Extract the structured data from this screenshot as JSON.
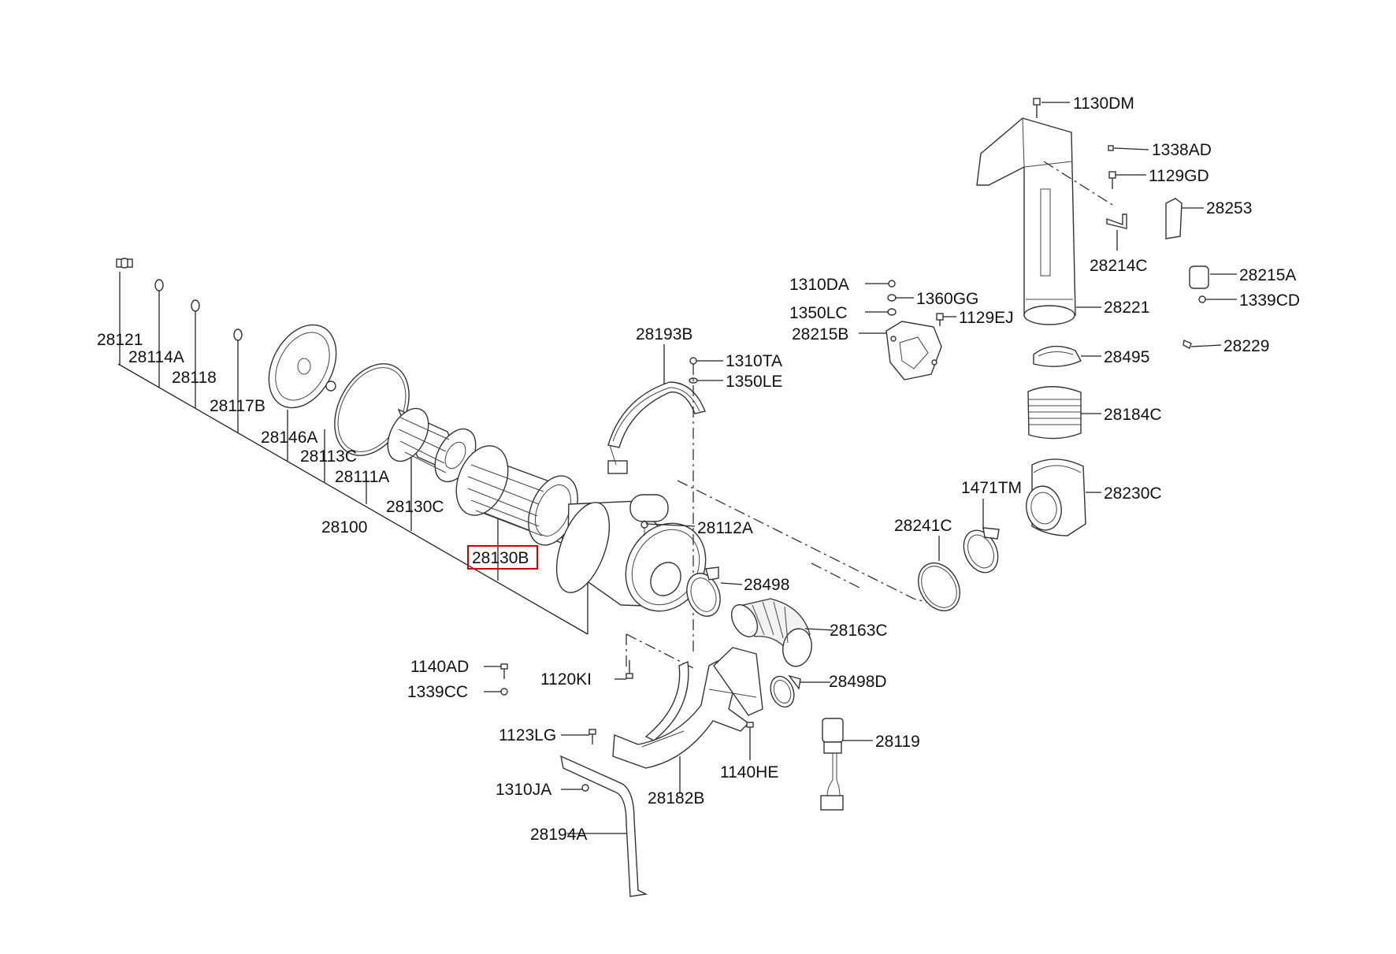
{
  "labels": {
    "p1130DM": "1130DM",
    "p1338AD": "1338AD",
    "p1129GD": "1129GD",
    "p28253": "28253",
    "p28214C": "28214C",
    "p28215A": "28215A",
    "p1339CD": "1339CD",
    "p1310DA": "1310DA",
    "p1360GG": "1360GG",
    "p1350LC": "1350LC",
    "p1129EJ": "1129EJ",
    "p28215B": "28215B",
    "p28221": "28221",
    "p28229": "28229",
    "p28495": "28495",
    "p28184C": "28184C",
    "p28230C": "28230C",
    "p1471TM": "1471TM",
    "p28241C": "28241C",
    "p28193B": "28193B",
    "p1310TA": "1310TA",
    "p1350LE": "1350LE",
    "p28121": "28121",
    "p28114A": "28114A",
    "p28118": "28118",
    "p28117B": "28117B",
    "p28146A": "28146A",
    "p28113C": "28113C",
    "p28111A": "28111A",
    "p28130C": "28130C",
    "p28100": "28100",
    "p28130B": "28130B",
    "p28112A": "28112A",
    "p28498": "28498",
    "p28163C": "28163C",
    "p1140AD": "1140AD",
    "p1339CC": "1339CC",
    "p1120KI": "1120KI",
    "p28498D": "28498D",
    "p1123LG": "1123LG",
    "p1140HE": "1140HE",
    "p28119": "28119",
    "p1310JA": "1310JA",
    "p28182B": "28182B",
    "p28194A": "28194A"
  },
  "highlight": {
    "part": "28130B",
    "color": "#cc0000"
  }
}
